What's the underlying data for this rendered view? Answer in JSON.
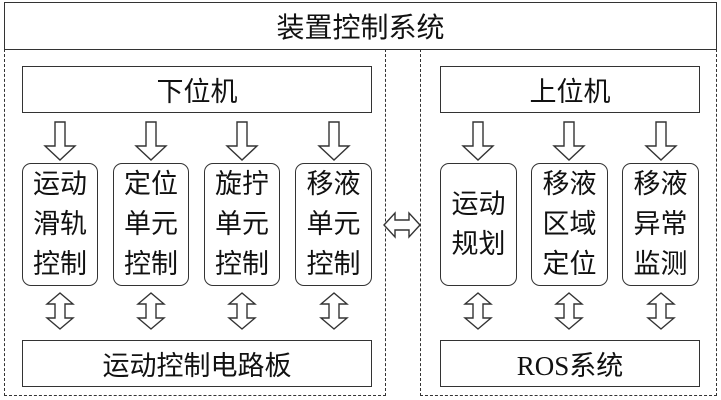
{
  "title": "装置控制系统",
  "lower_machine": {
    "header": "下位机",
    "modules": [
      {
        "label": "运动滑轨控制"
      },
      {
        "label": "定位单元控制"
      },
      {
        "label": "旋拧单元控制"
      },
      {
        "label": "移液单元控制"
      }
    ],
    "footer": "运动控制电路板"
  },
  "upper_machine": {
    "header": "上位机",
    "modules": [
      {
        "label": "运动规划"
      },
      {
        "label": "移液区域定位"
      },
      {
        "label": "移液异常监测"
      }
    ],
    "footer": "ROS系统"
  },
  "connector": {
    "type": "bidirectional",
    "between": [
      "下位机",
      "上位机"
    ]
  }
}
